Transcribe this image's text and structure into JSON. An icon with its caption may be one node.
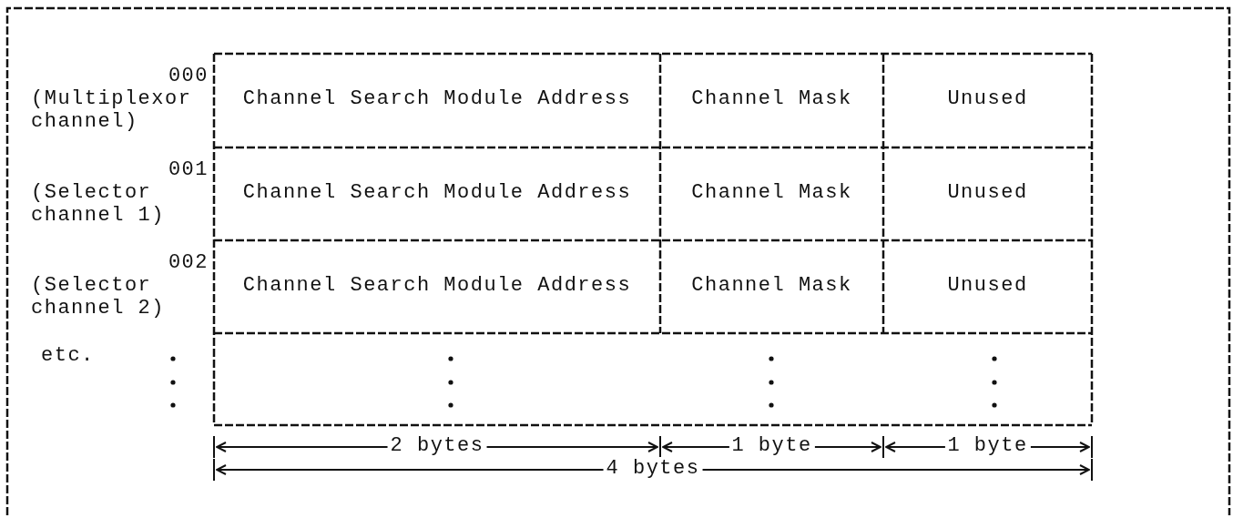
{
  "diagram": {
    "labels": [
      "000",
      "(Multiplexor channel)",
      "Channel Search Module Address",
      "Channel Mask",
      "Unused",
      "001",
      "(Selector channel 1)",
      "Channel Search Module Address",
      "Channel Mask",
      "Unused",
      "002",
      "(Selector channel 2)",
      "Channel Search Module Address",
      "Channel Mask",
      "Unused",
      "etc.",
      "2 bytes",
      "1 byte",
      "1 byte",
      "4 bytes"
    ]
  }
}
